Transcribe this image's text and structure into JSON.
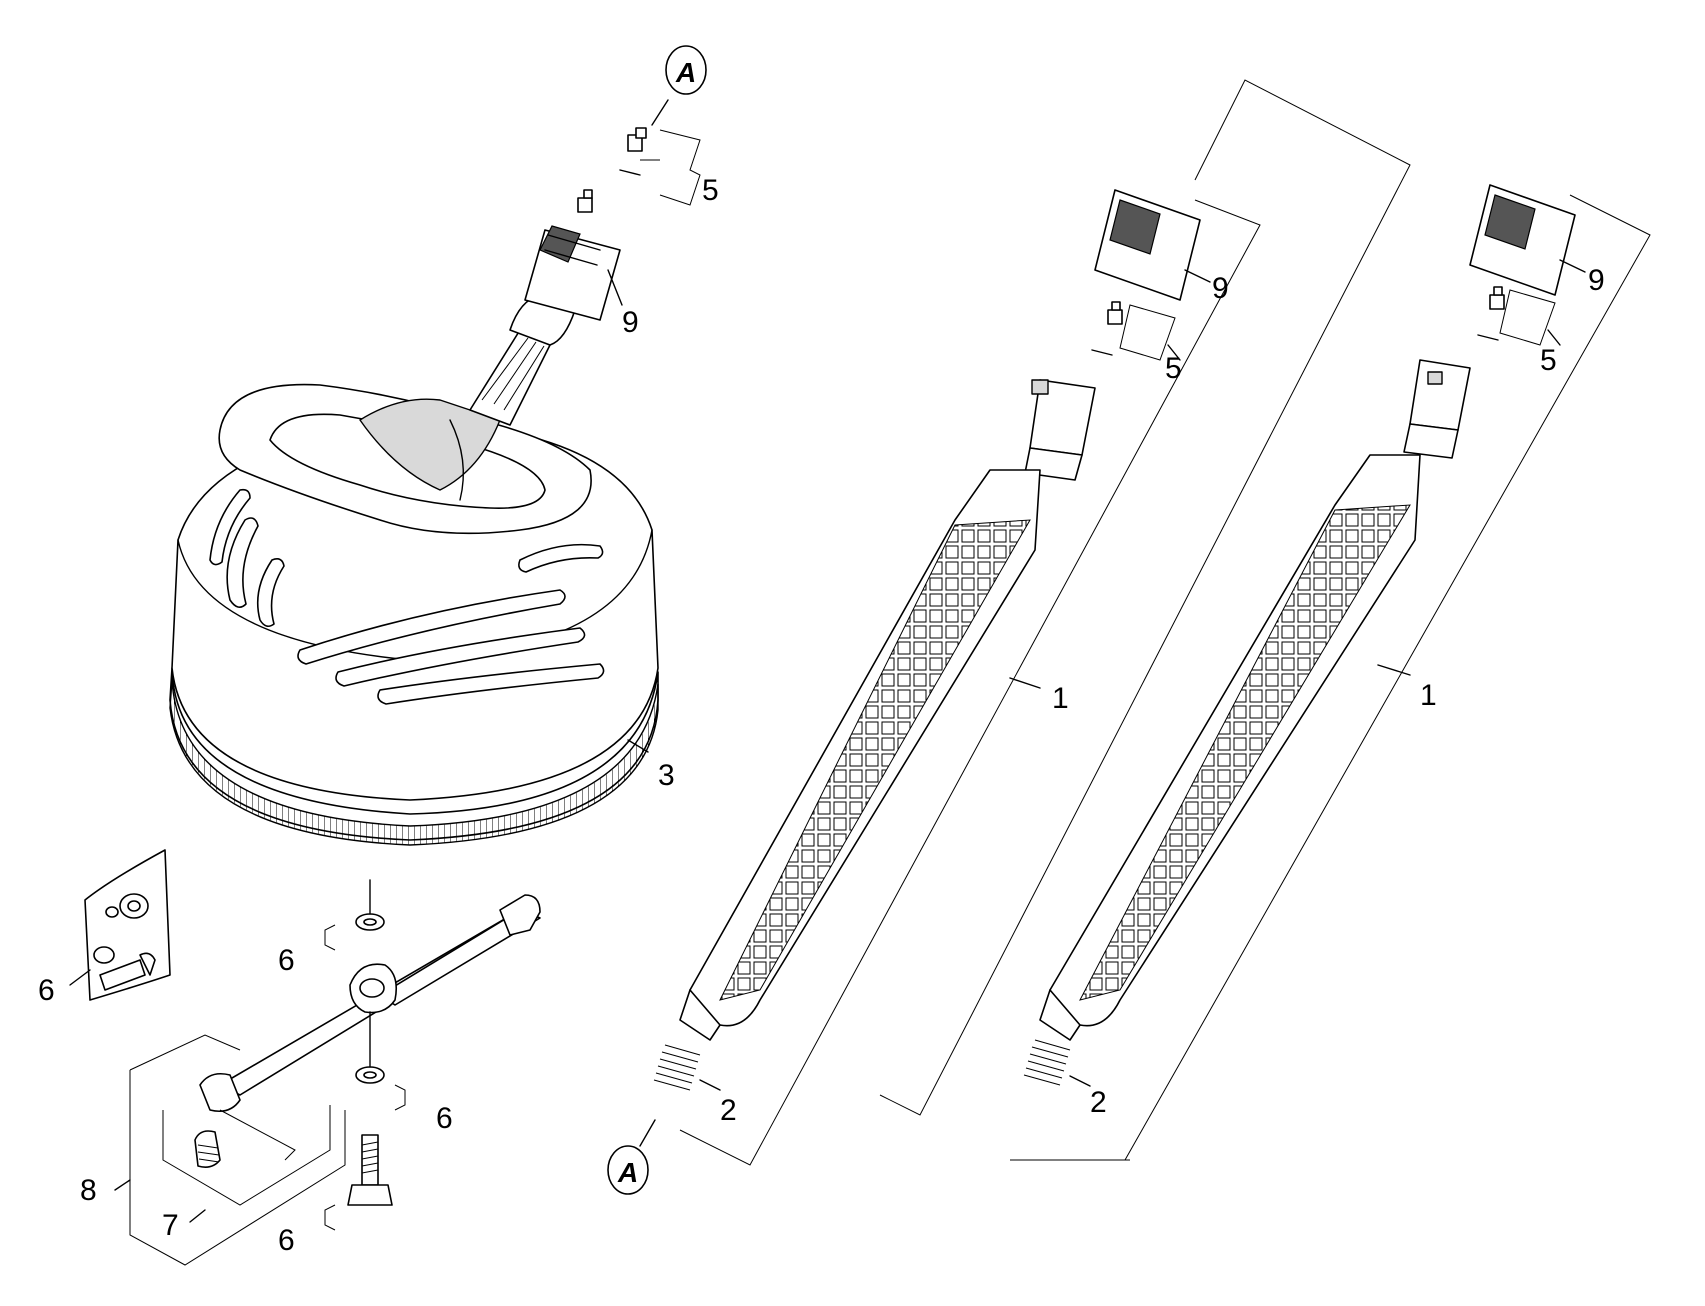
{
  "callouts": {
    "c1a": "1",
    "c1b": "1",
    "c2a": "2",
    "c2b": "2",
    "c3": "3",
    "c5a": "5",
    "c5b": "5",
    "c5c": "5",
    "c6a": "6",
    "c6b": "6",
    "c6c": "6",
    "c6d": "6",
    "c7": "7",
    "c8": "8",
    "c9a": "9",
    "c9b": "9",
    "c9c": "9"
  },
  "connection_markers": {
    "top": "A",
    "bottom": "A"
  }
}
